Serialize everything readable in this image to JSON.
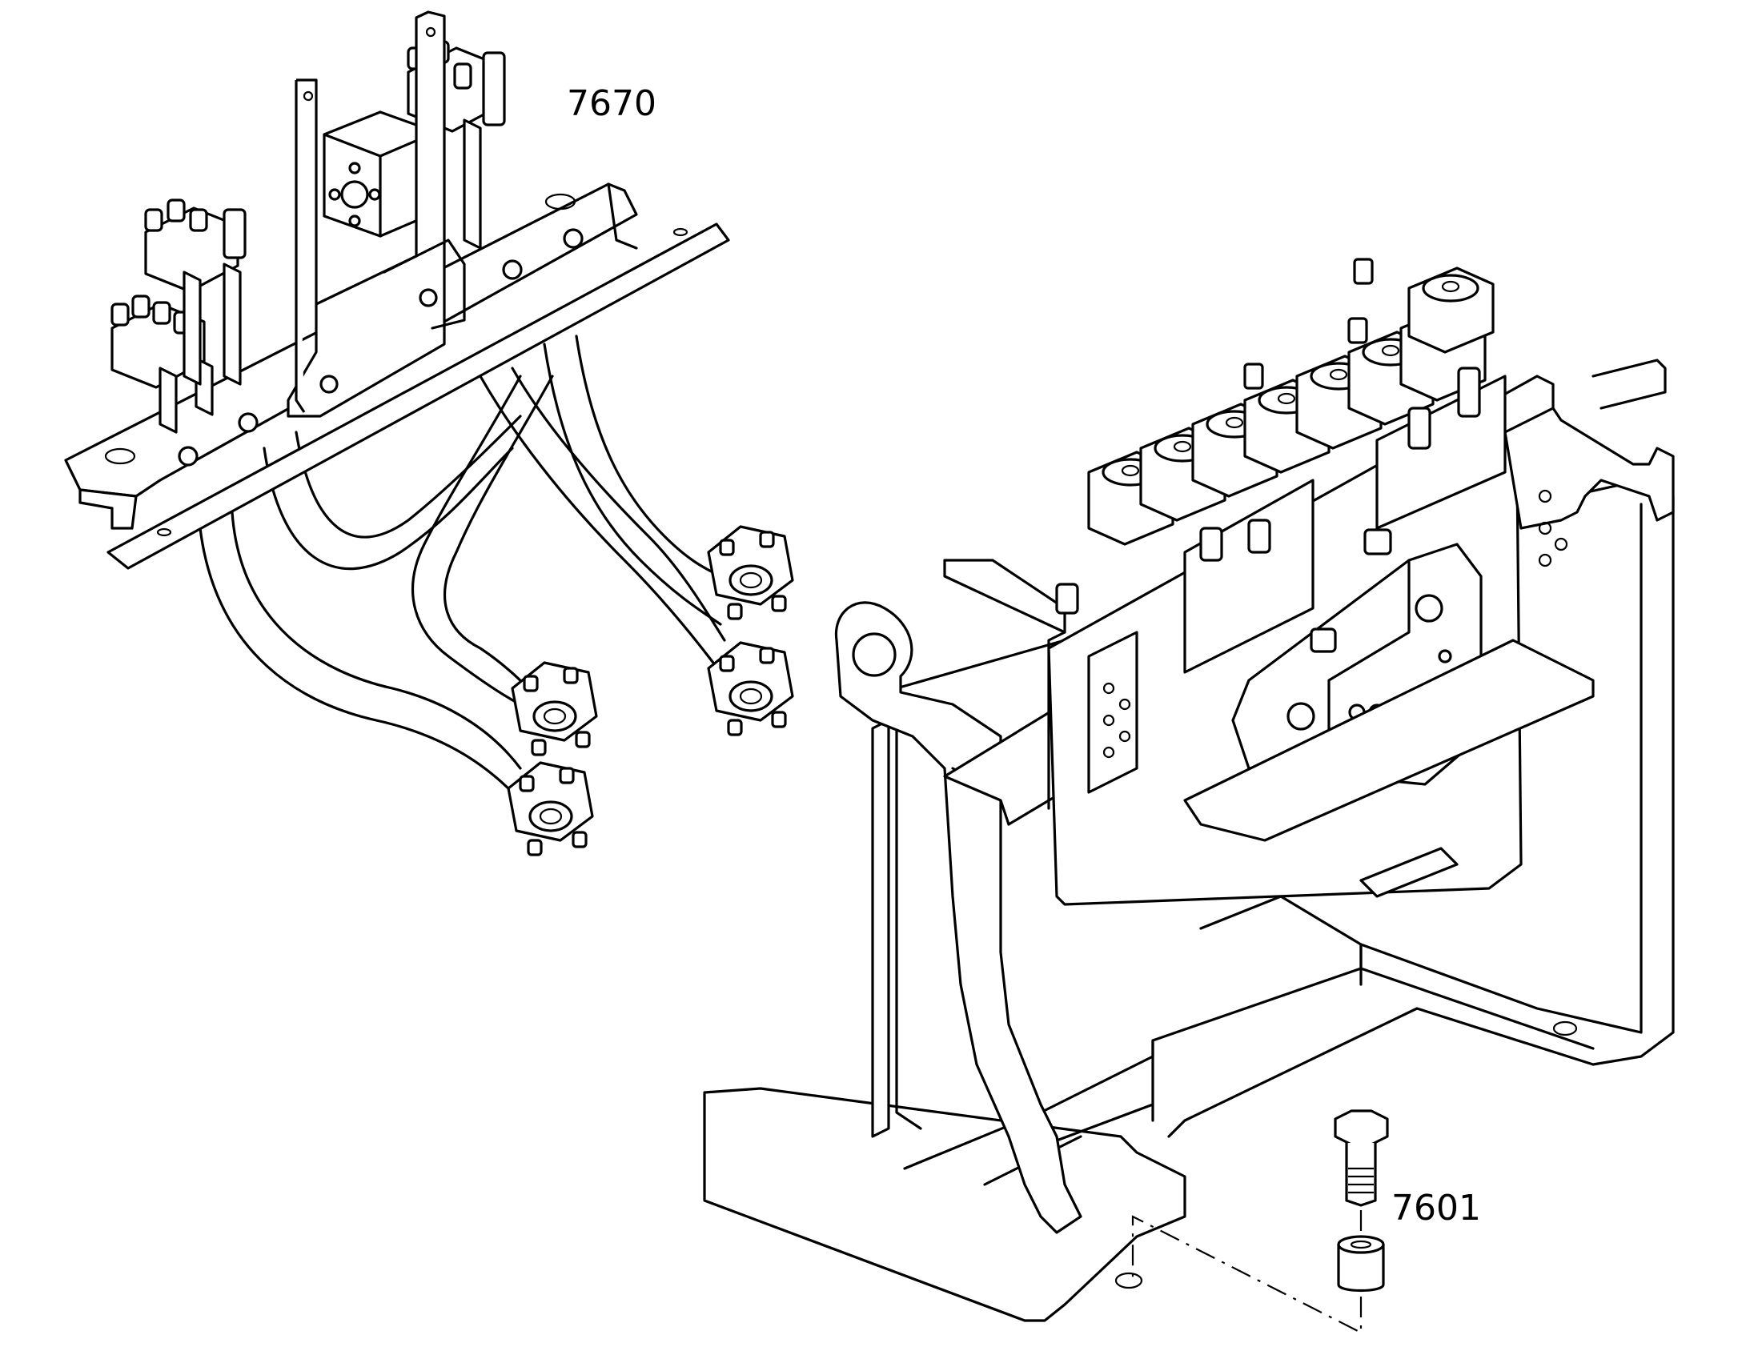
{
  "diagram": {
    "callouts": [
      {
        "id": "hose-assembly",
        "label": "7670"
      },
      {
        "id": "bolt-and-spacer",
        "label": "7601"
      }
    ],
    "line_color": "#000000",
    "background_color": "#ffffff"
  }
}
